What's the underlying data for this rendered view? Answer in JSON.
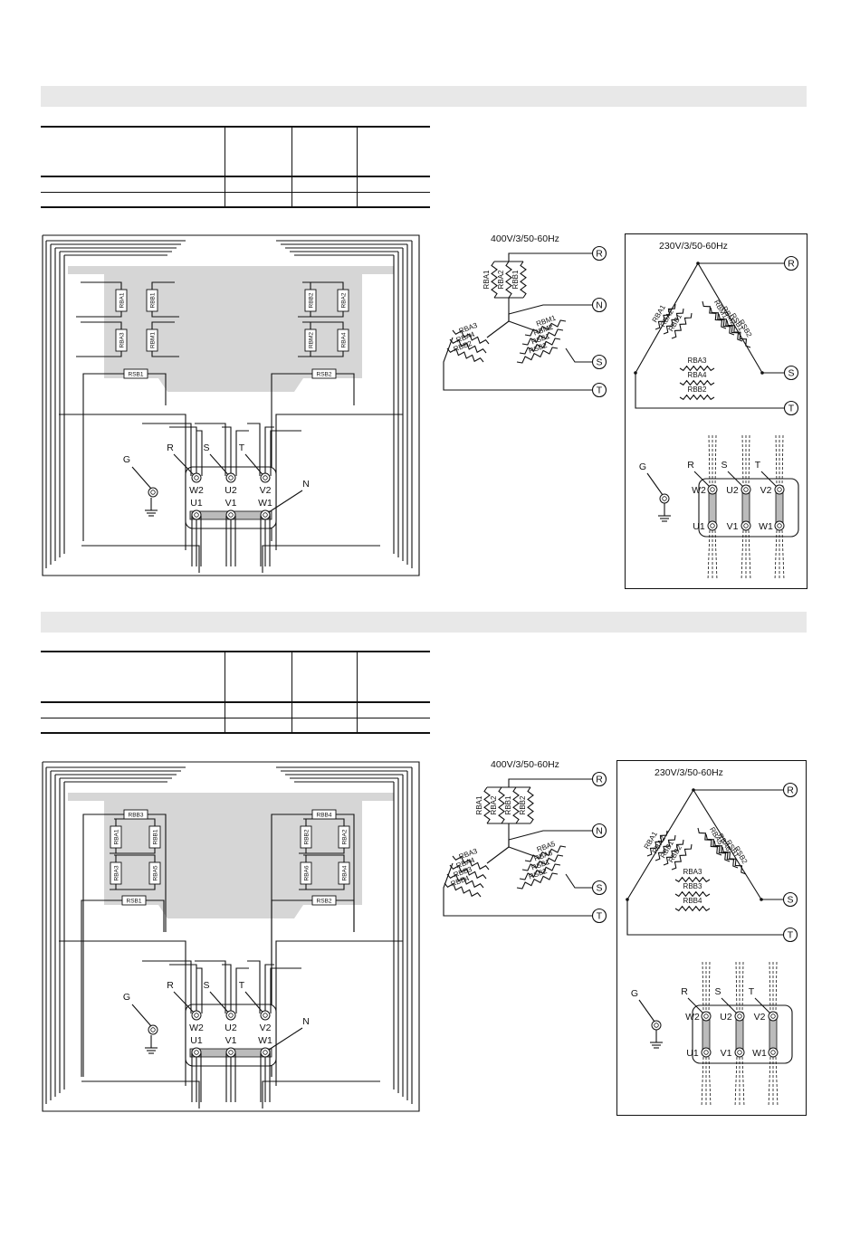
{
  "sections": [
    {
      "voltage_star": "400V/3/50-60Hz",
      "voltage_delta": "230V/3/50-60Hz",
      "phases": [
        "R",
        "S",
        "T"
      ],
      "neutral": "N",
      "ground": "G",
      "terminals_top": [
        "W2",
        "U2",
        "V2"
      ],
      "terminals_bottom": [
        "U1",
        "V1",
        "W1"
      ],
      "wiring_resistors": [
        "RBA1",
        "RBB1",
        "RBA3",
        "RBM1",
        "RSB1",
        "RBB2",
        "RBA2",
        "RBM2",
        "RBA4",
        "RSB2"
      ],
      "star_group_r": [
        "RBA1",
        "RBA2",
        "RBB1"
      ],
      "star_group_t": [
        "RBA3",
        "RBA4",
        "RBB2"
      ],
      "star_group_s": [
        "RBM1",
        "RBM2",
        "RSB1",
        "RSB2"
      ],
      "delta_group_left": [
        "RBA1",
        "RBA2",
        "RBB1"
      ],
      "delta_group_right": [
        "RBM1",
        "RBM2",
        "RSB1",
        "RSB2"
      ],
      "delta_group_bottom": [
        "RBA3",
        "RBA4",
        "RBB2"
      ]
    },
    {
      "voltage_star": "400V/3/50-60Hz",
      "voltage_delta": "230V/3/50-60Hz",
      "phases": [
        "R",
        "S",
        "T"
      ],
      "neutral": "N",
      "ground": "G",
      "terminals_top": [
        "W2",
        "U2",
        "V2"
      ],
      "terminals_bottom": [
        "U1",
        "V1",
        "W1"
      ],
      "wiring_resistors": [
        "RBB3",
        "RBA1",
        "RBB1",
        "RBA3",
        "RBA5",
        "RSB1",
        "RBB4",
        "RBB2",
        "RBA2",
        "RBA6",
        "RBA4",
        "RSB2"
      ],
      "star_group_r": [
        "RBA1",
        "RBA2",
        "RBB1",
        "RBB2"
      ],
      "star_group_t": [
        "RBA3",
        "RBA4",
        "RBB3",
        "RBB4"
      ],
      "star_group_s": [
        "RBA5",
        "RBA6",
        "RSB1",
        "RSB2"
      ],
      "delta_group_left": [
        "RBA1",
        "RBA2",
        "RBB1",
        "RBB2"
      ],
      "delta_group_right": [
        "RBA5",
        "RBA6",
        "RSB1",
        "RSB2"
      ],
      "delta_group_bottom": [
        "RBA3",
        "RBB3",
        "RBB4"
      ]
    }
  ]
}
